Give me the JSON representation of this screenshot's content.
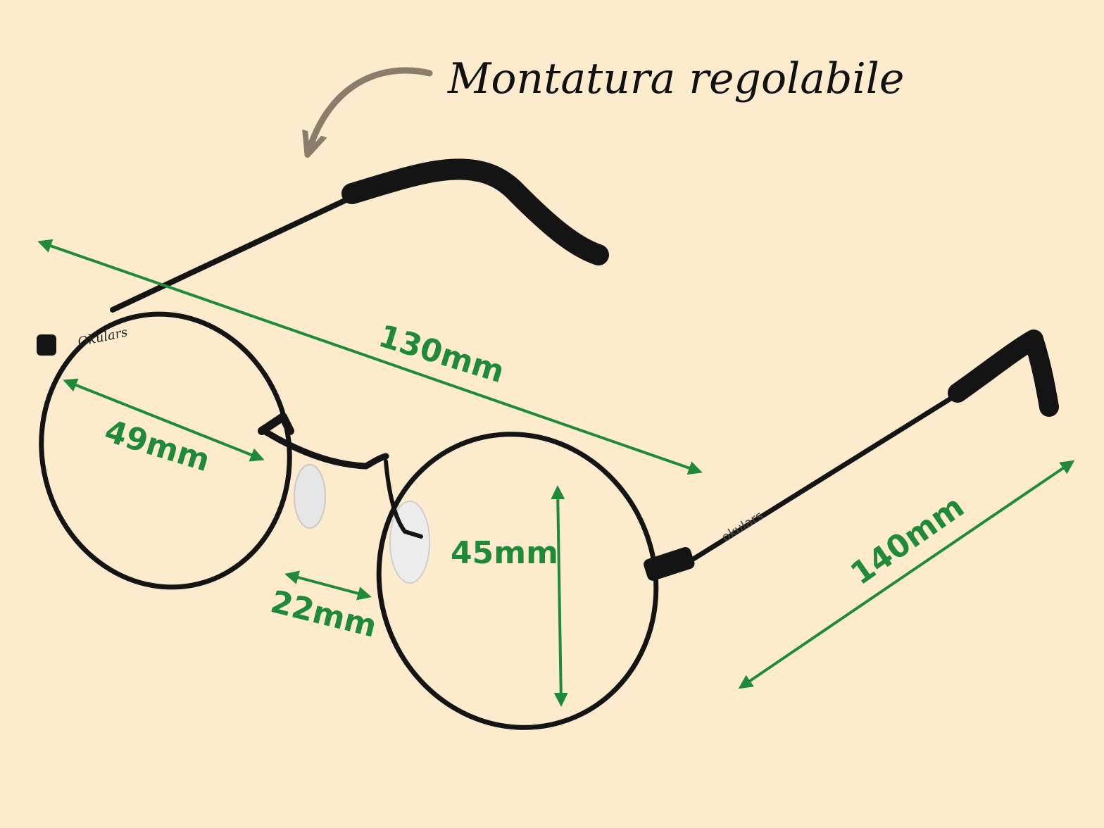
{
  "title": "Montatura regolabile",
  "brand_mark": "Okulars",
  "temple_engraving": "okulars",
  "colors": {
    "background": "#fdebcd",
    "dimension": "#1e8a3a",
    "frame": "#141414",
    "callout_arrow": "#8a7d6b"
  },
  "dimensions": {
    "total_width": "130mm",
    "lens_width": "49mm",
    "bridge_width": "22mm",
    "lens_height": "45mm",
    "temple_length": "140mm"
  }
}
